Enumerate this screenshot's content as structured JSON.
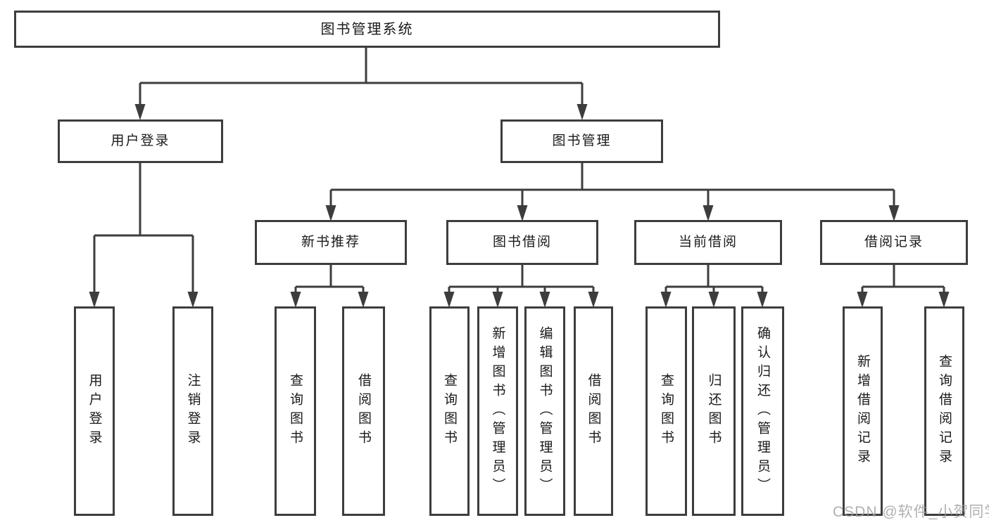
{
  "tree": {
    "root": "图书管理系统",
    "children": [
      {
        "label": "用户登录",
        "children": [
          {
            "label": "用户登录"
          },
          {
            "label": "注销登录"
          }
        ]
      },
      {
        "label": "图书管理",
        "children": [
          {
            "label": "新书推荐",
            "children": [
              {
                "label": "查询图书"
              },
              {
                "label": "借阅图书"
              }
            ]
          },
          {
            "label": "图书借阅",
            "children": [
              {
                "label": "查询图书"
              },
              {
                "label": "新增图书（管理员）"
              },
              {
                "label": "编辑图书（管理员）"
              },
              {
                "label": "借阅图书"
              }
            ]
          },
          {
            "label": "当前借阅",
            "children": [
              {
                "label": "查询图书"
              },
              {
                "label": "归还图书"
              },
              {
                "label": "确认归还（管理员）"
              }
            ]
          },
          {
            "label": "借阅记录",
            "children": [
              {
                "label": "新增借阅记录"
              },
              {
                "label": "查询借阅记录"
              }
            ]
          }
        ]
      }
    ]
  },
  "watermark": "CSDN @软件_小贺同学",
  "colors": {
    "line": "#3d3d3d",
    "text": "#1a1a1a",
    "background": "#ffffff",
    "watermark": "#9d9d9d"
  }
}
